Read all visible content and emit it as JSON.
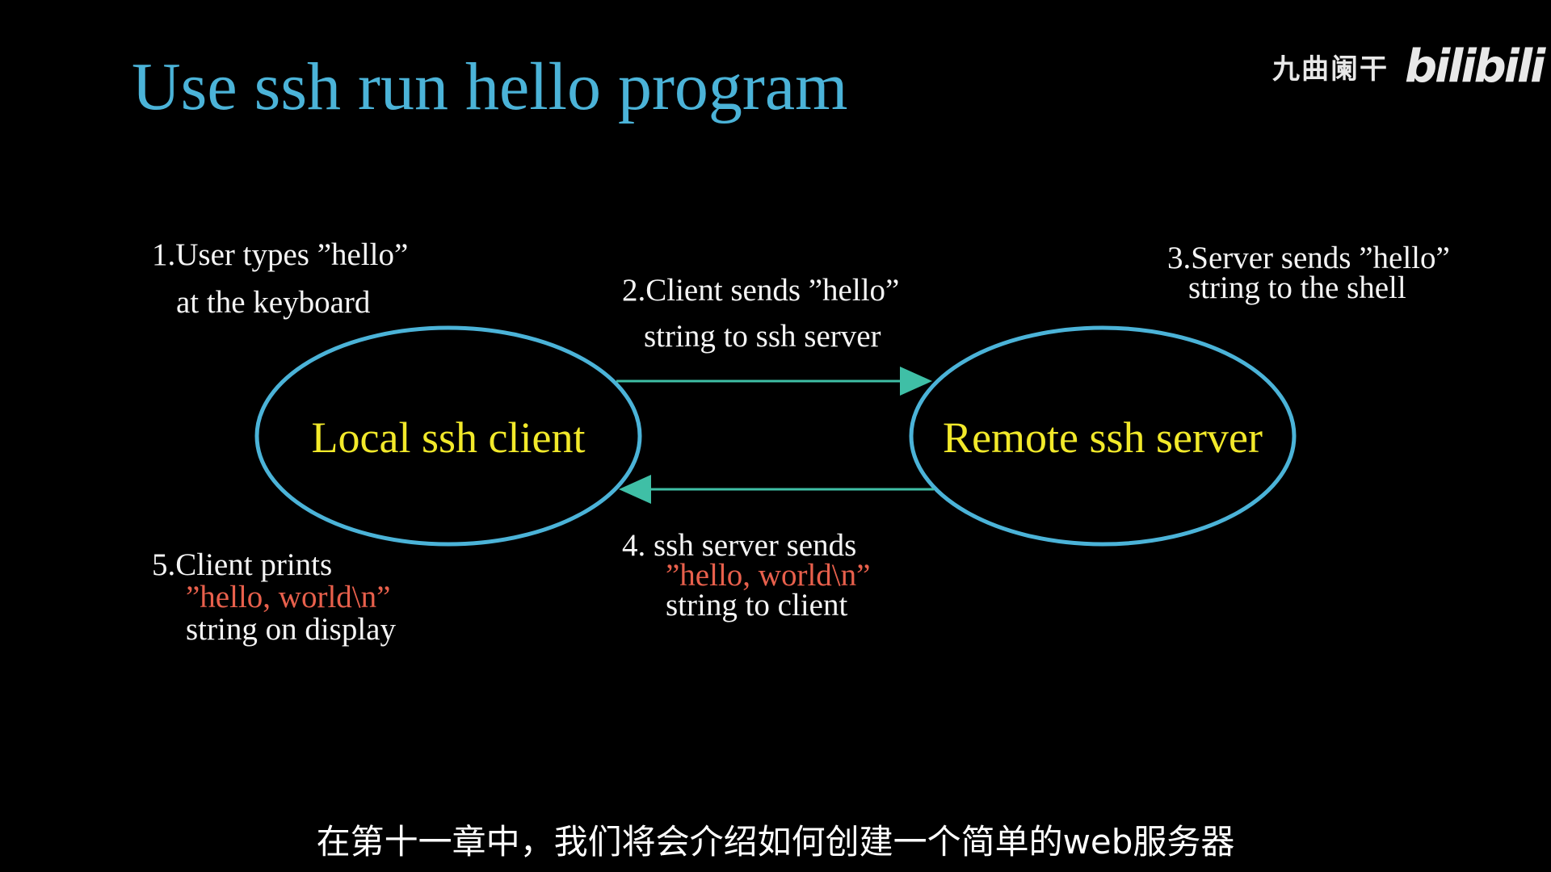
{
  "title": "Use ssh run hello program",
  "watermark": {
    "channel": "九曲阑干",
    "site": "bilibili"
  },
  "nodes": {
    "client": "Local ssh client",
    "server": "Remote ssh server"
  },
  "steps": {
    "step1": {
      "line1": "1.User types ”hello”",
      "line2": "at the keyboard"
    },
    "step2": {
      "line1": "2.Client sends ”hello”",
      "line2": "string to ssh server"
    },
    "step3": {
      "line1": "3.Server sends ”hello”",
      "line2": "string to the shell"
    },
    "step4": {
      "line1": "4.  ssh server sends",
      "line2": "”hello, world\\n”",
      "line3": "string to client"
    },
    "step5": {
      "line1": "5.Client prints",
      "line2": "”hello, world\\n”",
      "line3": "string on display"
    }
  },
  "subtitle": "在第十一章中，我们将会介绍如何创建一个简单的web服务器",
  "colors": {
    "background": "#000000",
    "title": "#4bb3d8",
    "ellipse_stroke": "#4bb3d8",
    "arrow": "#3fbfa6",
    "node_text": "#f2e92a",
    "highlight": "#e8604c"
  }
}
